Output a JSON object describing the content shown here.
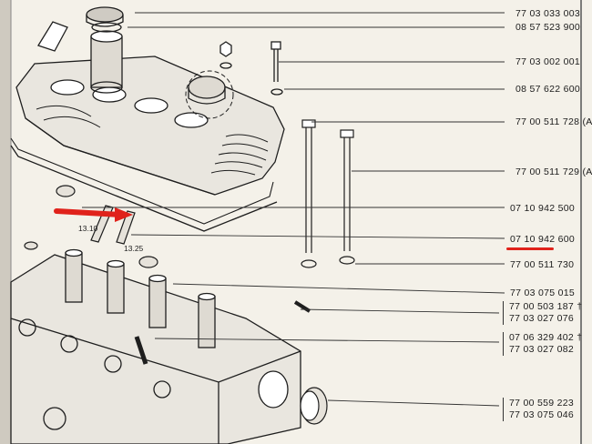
{
  "part_numbers": [
    {
      "id": "p1",
      "text": "77 03 033 003"
    },
    {
      "id": "p2",
      "text": "08 57 523 900"
    },
    {
      "id": "p3",
      "text": "77 03 002 001"
    },
    {
      "id": "p4",
      "text": "08 57 622 600"
    },
    {
      "id": "p5",
      "text": "77 00 511 728 (A"
    },
    {
      "id": "p6",
      "text": "77 00 511 729 (A"
    },
    {
      "id": "p7",
      "text": "07 10 942 500"
    },
    {
      "id": "p8",
      "text": "07 10 942 600"
    },
    {
      "id": "p9",
      "text": "77 00 511 730"
    },
    {
      "id": "p10",
      "text": "77 03 075 015"
    },
    {
      "id": "p11a",
      "text": "77 00 503 187 †"
    },
    {
      "id": "p11b",
      "text": "77 03 027 076"
    },
    {
      "id": "p12a",
      "text": "07 06 329 402 †"
    },
    {
      "id": "p12b",
      "text": "77 03 027 082"
    },
    {
      "id": "p13a",
      "text": "77 00 559 223"
    },
    {
      "id": "p13b",
      "text": "77 03 075 046"
    }
  ],
  "dimensions": {
    "d1": "13.10",
    "d2": "13.25"
  },
  "highlight": {
    "target": "07 10 942 600",
    "color": "#e0221b"
  }
}
